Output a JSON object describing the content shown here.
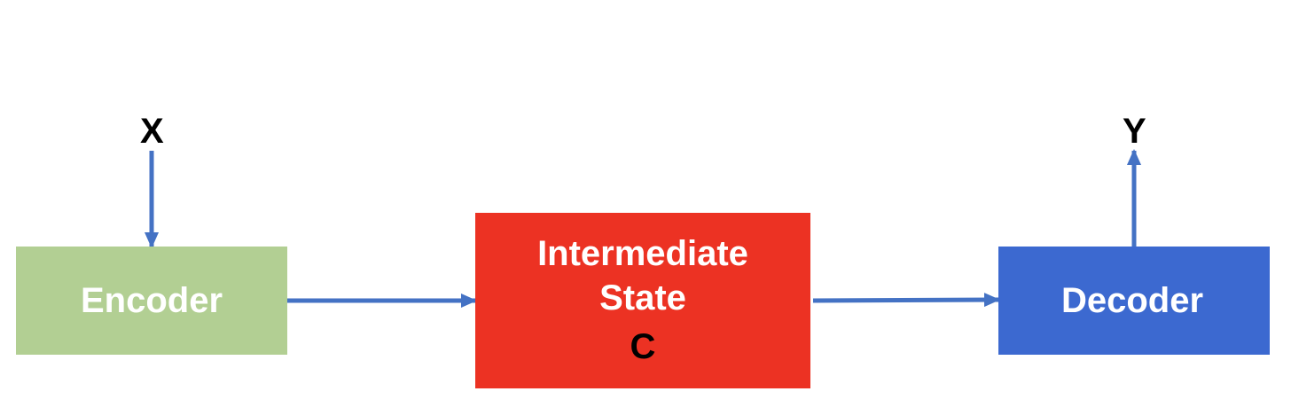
{
  "colors": {
    "encoder": "#b2cf93",
    "intermediate": "#ec3223",
    "decoder": "#3c69d0",
    "arrow": "#4472c4"
  },
  "labels": {
    "input": "X",
    "output": "Y"
  },
  "encoder": {
    "label": "Encoder"
  },
  "intermediate": {
    "line1": "Intermediate",
    "line2": "State",
    "symbol": "C"
  },
  "decoder": {
    "label": "Decoder"
  }
}
